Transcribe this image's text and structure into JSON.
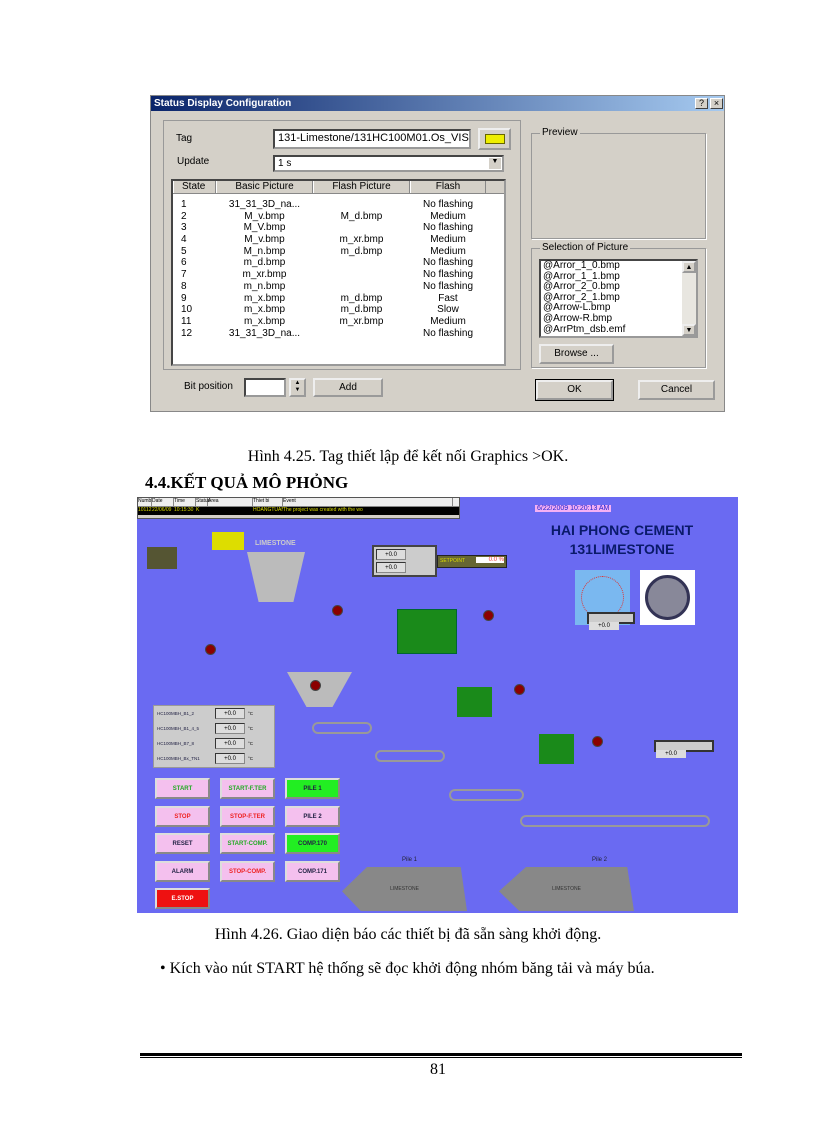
{
  "dialog": {
    "title": "Status Display Configuration",
    "help": "?",
    "close": "×",
    "tag_label": "Tag",
    "tag_value": "131-Limestone/131HC100M01.Os_VIS",
    "update_label": "Update",
    "update_value": "1 s",
    "columns": [
      "State",
      "Basic Picture",
      "Flash Picture",
      "Flash"
    ],
    "rows": [
      [
        "1",
        "31_31_3D_na...",
        "",
        "No flashing"
      ],
      [
        "2",
        "M_v.bmp",
        "M_d.bmp",
        "Medium"
      ],
      [
        "3",
        "M_V.bmp",
        "",
        "No flashing"
      ],
      [
        "4",
        "M_v.bmp",
        "m_xr.bmp",
        "Medium"
      ],
      [
        "5",
        "M_n.bmp",
        "m_d.bmp",
        "Medium"
      ],
      [
        "6",
        "m_d.bmp",
        "",
        "No flashing"
      ],
      [
        "7",
        "m_xr.bmp",
        "",
        "No flashing"
      ],
      [
        "8",
        "m_n.bmp",
        "",
        "No flashing"
      ],
      [
        "9",
        "m_x.bmp",
        "m_d.bmp",
        "Fast"
      ],
      [
        "10",
        "m_x.bmp",
        "m_d.bmp",
        "Slow"
      ],
      [
        "11",
        "m_x.bmp",
        "m_xr.bmp",
        "Medium"
      ],
      [
        "12",
        "31_31_3D_na...",
        "",
        "No flashing"
      ]
    ],
    "bit_position_label": "Bit position",
    "add": "Add",
    "preview": "Preview",
    "selection_label": "Selection of Picture",
    "pictures": [
      "@Arror_1_0.bmp",
      "@Arror_1_1.bmp",
      "@Arror_2_0.bmp",
      "@Arror_2_1.bmp",
      "@Arrow-L.bmp",
      "@Arrow-R.bmp",
      "@ArrPtm_dsb.emf"
    ],
    "browse": "Browse ...",
    "ok": "OK",
    "cancel": "Cancel"
  },
  "caption1": "Hình 4.25. Tag thiết lập để kết nối  Graphics >OK.",
  "heading": "4.4.KẾT QUẢ MÔ PHỎNG",
  "scada": {
    "log_columns": [
      "Numb",
      "Date",
      "Time",
      "Status",
      "Area",
      "Thiet bi",
      "Event"
    ],
    "log_row": [
      "10112",
      "22/06/09",
      "10:15:30",
      "K",
      "",
      "HOANGTUAN",
      "The project was created with the wo"
    ],
    "datetime": "6/22/2009 10:20:13 AM",
    "title1": "HAI PHONG CEMENT",
    "title2": "131LIMESTONE",
    "limestone": "LIMESTONE",
    "setpoint": "SETPOINT",
    "setpoint_value": "0.0",
    "unit_pct": "%",
    "zero": "+0.0",
    "unit_c": "°C",
    "temps": [
      "HC100MBH_B1_2",
      "HC100MBH_B1_4_5",
      "HC100MBH_B7_8",
      "HC100MBH_Bx_TN1"
    ],
    "buttons": [
      [
        "START",
        "START-F.TER",
        "PILE 1"
      ],
      [
        "STOP",
        "STOP-F.TER",
        "PILE 2"
      ],
      [
        "RESET",
        "START-COMP.",
        "COMP.170"
      ],
      [
        "ALARM",
        "STOP-COMP.",
        "COMP.171"
      ],
      [
        "E.STOP",
        "",
        ""
      ]
    ],
    "pile1": "Pile 1",
    "pile2": "Pile 2",
    "pile_label": "LIMESTONE"
  },
  "caption2": "Hình 4.26. Giao diện báo các thiết bị đã sẵn sàng khởi động.",
  "bullet": "Kích vào nút START hệ thống sẽ đọc   khởi động nhóm băng tải và máy búa.",
  "page_number": "81",
  "colors": {
    "scada_bg": "#6a6af2",
    "btn_pink": "#f4c0ee",
    "btn_green": "#22ee22",
    "estop": "#ee1111",
    "title_navy": "#0a1a6a"
  }
}
